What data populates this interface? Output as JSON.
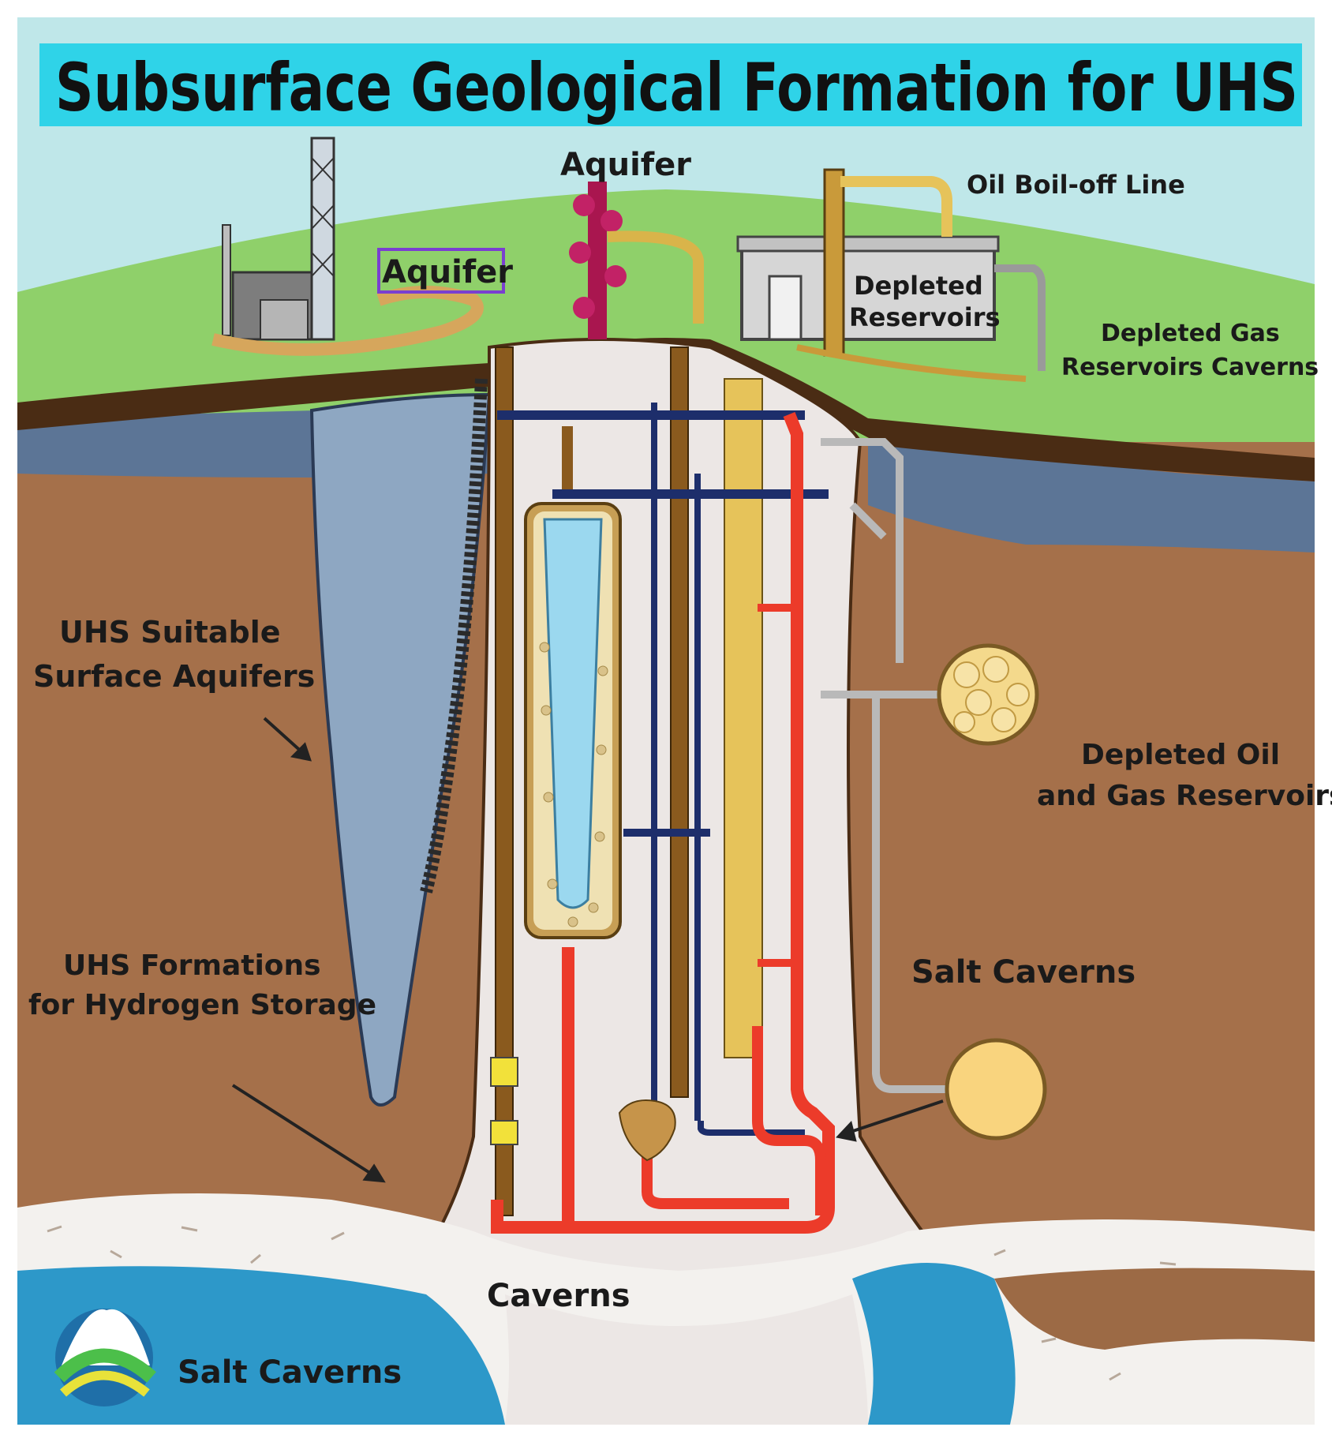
{
  "title": "Subsurface Geological Formation for UHS",
  "labels": {
    "aquifer_top": "Aquifer",
    "aquifer_boxed": "Aquifer",
    "oil_boiloff_line": "Oil Boil-off Line",
    "depleted_reservoirs_line1": "Depleted",
    "depleted_reservoirs_line2": "Reservoirs",
    "depleted_gas_line1": "Depleted Gas",
    "depleted_gas_line2": "Reservoirs Caverns",
    "uhs_suitable_line1": "UHS Suitable",
    "uhs_suitable_line2": "Surface Aquifers",
    "depleted_oil_line1": "Depleted Oil",
    "depleted_oil_line2": "and Gas Reservoirs",
    "uhs_formations_line1": "UHS Formations",
    "uhs_formations_line2": "for Hydrogen Storage",
    "salt_caverns_right": "Salt Caverns",
    "caverns_bottom": "Caverns",
    "salt_caverns_bottom": "Salt Caverns"
  },
  "colors": {
    "sky": "#b9e6ea",
    "title_band": "#2fd3e8",
    "grass": "#8fd06a",
    "soil_dark": "#4a2c14",
    "rock_brown": "#a5704a",
    "aquifer_blue": "#8ea7c2",
    "cavern_light": "#ece7e5",
    "salt_white": "#f3f1ee",
    "water_blue": "#2d98c9",
    "pipe_red": "#ec3b2a",
    "pipe_navy": "#1d2e6b",
    "pipe_yellow": "#e6c35a",
    "pipe_brown": "#8a5a1e",
    "highlight_box": "#7a3fd0"
  }
}
